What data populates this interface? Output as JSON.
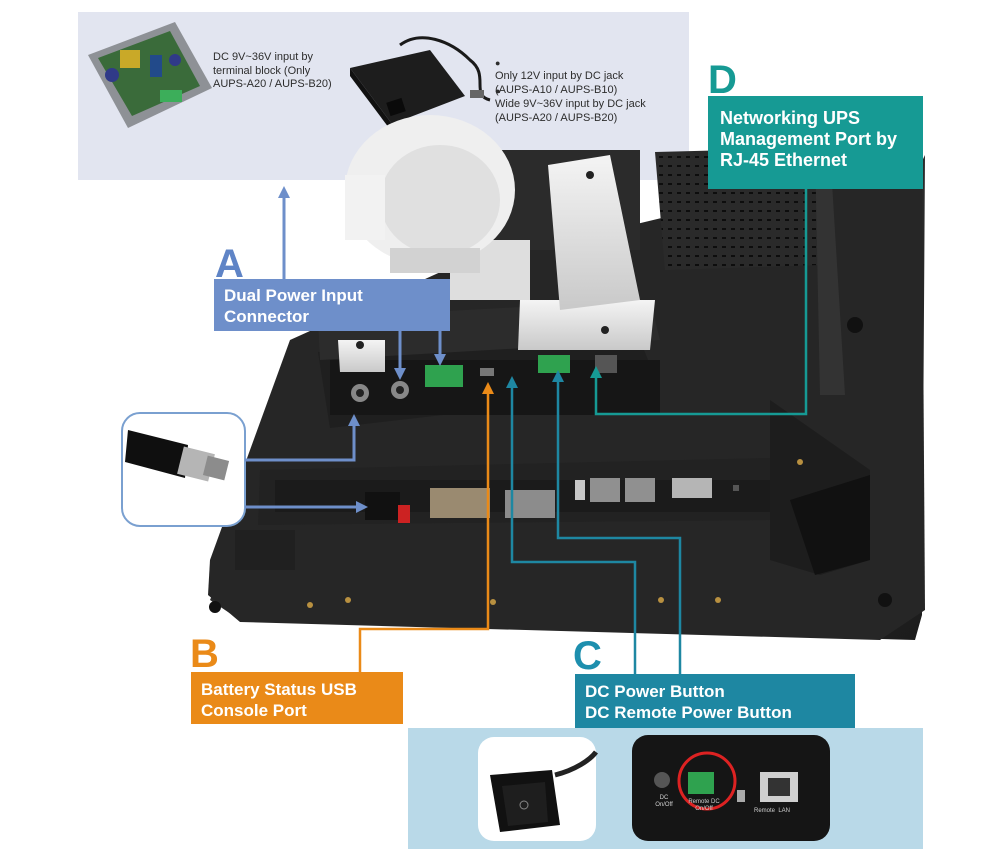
{
  "captions": {
    "terminal_block": "DC 9V~36V input by\nterminal block (Only\nAUPS-A20 / AUPS-B20)",
    "dc_jack_1": "Only 12V input by DC jack\n(AUPS-A10 / AUPS-B10)",
    "dc_jack_2": "Wide 9V~36V input by DC jack\n(AUPS-A20 / AUPS-B20)"
  },
  "callouts": {
    "a": {
      "letter": "A",
      "label": "Dual Power Input\nConnector"
    },
    "b": {
      "letter": "B",
      "label": "Battery Status USB\nConsole Port"
    },
    "c": {
      "letter": "C",
      "label": "DC Power Button\nDC Remote Power Button"
    },
    "d": {
      "letter": "D",
      "label": "Networking UPS\nManagement Port by\nRJ-45 Ethernet"
    }
  },
  "device_labels": {
    "dc_onoff": "DC\nOn/Off",
    "remote_dc": "Remote DC\nOn/Off",
    "remote_lan": "Remote  LAN"
  },
  "colors": {
    "a": "#6e8fca",
    "b": "#ea8a18",
    "c": "#1e87a2",
    "d": "#169a94"
  }
}
